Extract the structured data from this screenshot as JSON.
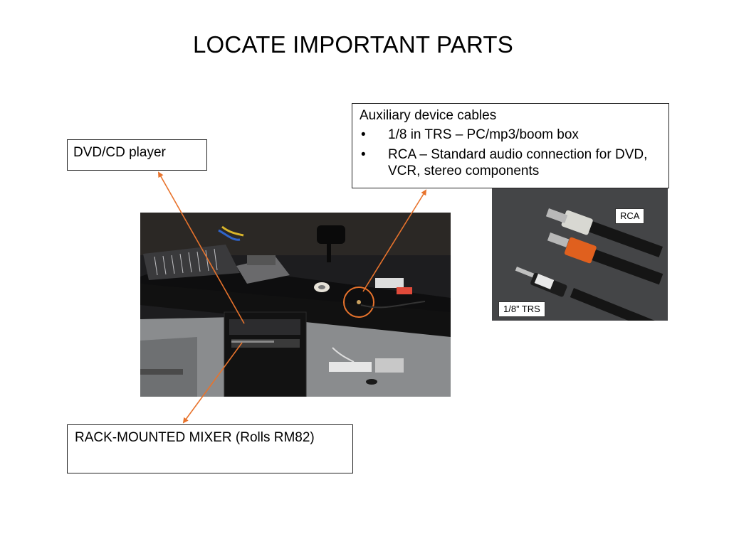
{
  "slide": {
    "title": "LOCATE IMPORTANT PARTS"
  },
  "callouts": {
    "dvd": {
      "text": "DVD/CD player"
    },
    "mixer": {
      "text": "RACK-MOUNTED MIXER (Rolls RM82)"
    },
    "aux": {
      "heading": "Auxiliary device cables",
      "bullet": "•",
      "items": [
        "1/8 in TRS – PC/mp3/boom box",
        "RCA – Standard audio connection for DVD, VCR, stereo components"
      ]
    }
  },
  "photo_labels": {
    "rca": "RCA",
    "trs": "1/8” TRS"
  },
  "colors": {
    "arrow": "#e8732c",
    "rca_orange": "#e0601e"
  }
}
